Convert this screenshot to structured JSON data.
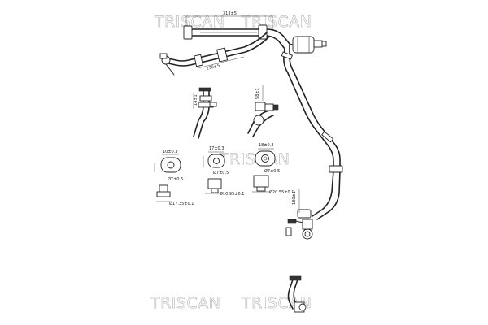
{
  "watermark": {
    "text_top": "TRISCAN",
    "text_top2": "TRISCAN",
    "text_mid": "TRISCAN",
    "text_bottom": "TRISCAN",
    "text_bottom2": "TRISCAN"
  },
  "dimensions": {
    "main_length": "313±5",
    "branch_length": "230±5",
    "clip_height": "14±1",
    "small_height": "58±1",
    "lower_height": "180±1",
    "d1_top": "10±0.3",
    "d1_inner": "Ø7±0.5",
    "d1_bottom": "Ø17.35±0.1",
    "d2_top": "17±0.3",
    "d2_inner": "Ø7±0.5",
    "d2_bottom": "Ø10.95±0.1",
    "d3_top": "18±0.3",
    "d3_inner": "Ø7±0.5",
    "d3_bottom": "Ø20.55±0.1"
  }
}
